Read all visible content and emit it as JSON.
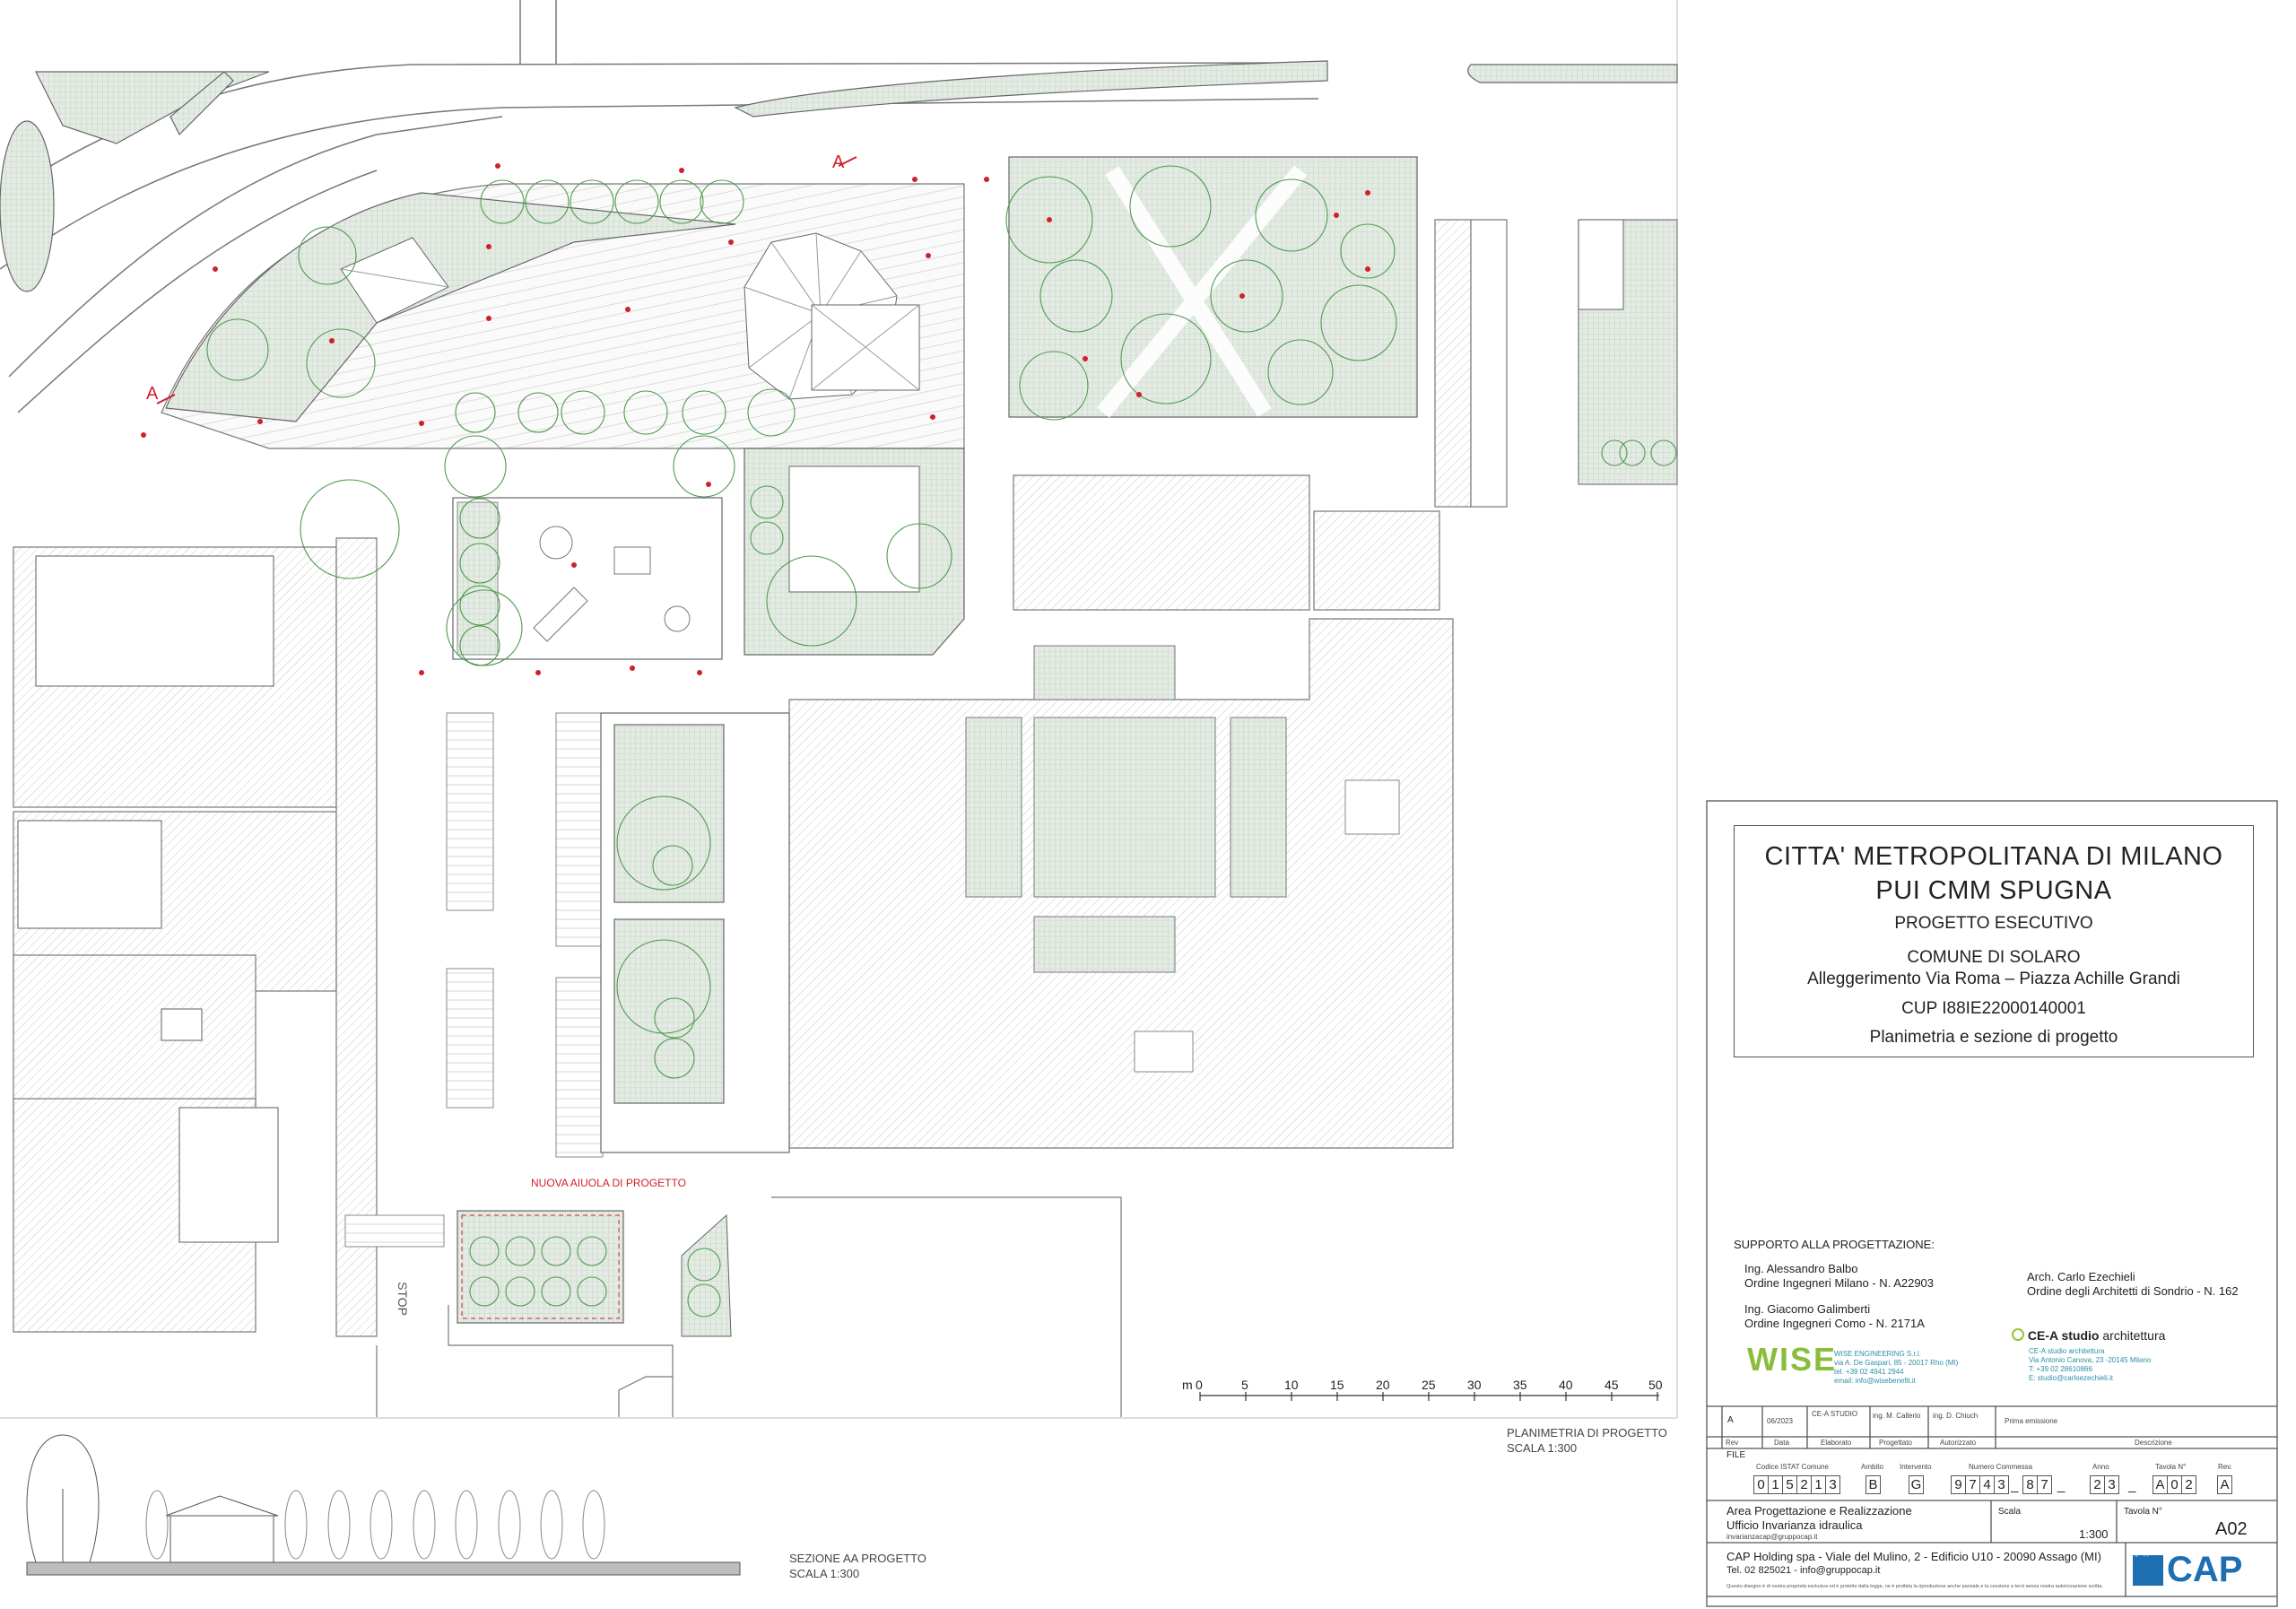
{
  "title_block": {
    "line1": "CITTA' METROPOLITANA DI MILANO",
    "line2": "PUI CMM SPUGNA",
    "line3": "PROGETTO ESECUTIVO",
    "line4": "COMUNE DI SOLARO",
    "line5": "Alleggerimento Via Roma – Piazza Achille Grandi",
    "line6": "CUP I88IE22000140001",
    "line7": "Planimetria e sezione di progetto"
  },
  "support": {
    "heading": "SUPPORTO ALLA PROGETTAZIONE:",
    "eng1_name": "Ing. Alessandro Balbo",
    "eng1_order": "Ordine Ingegneri Milano - N. A22903",
    "eng2_name": "Ing. Giacomo Galimberti",
    "eng2_order": "Ordine Ingegneri Como -  N. 2171A",
    "arch_name": "Arch. Carlo Ezechieli",
    "arch_order": "Ordine degli Architetti di Sondrio - N. 162",
    "wise_logo": "WISE",
    "wise_company": "WISE ENGINEERING S.r.l.",
    "wise_addr": "via A. De Gaspari, 85 - 20017 Rho (MI)",
    "wise_tel": "tel. +39 02 4941 2944",
    "wise_email": "email: info@wisebenefit.it",
    "cea_logo_bold": "CE-A studio",
    "cea_logo_rest": "architettura",
    "cea_company": "CE-A studio architettura",
    "cea_addr": "Via Antonio Canova, 23 -20145 Milano",
    "cea_tel": "T: +39 02 28610866",
    "cea_email": "E: studio@carloezechieli.it"
  },
  "revision": {
    "rev": "A",
    "date": "06/2023",
    "elaborato": "CE-A STUDIO",
    "progettato": "ing. M. Callerio",
    "autorizzato": "ing. D. Chiuch",
    "description": "Prima emissione",
    "h_rev": "Rev",
    "h_data": "Data",
    "h_elaborato": "Elaborato",
    "h_progettato": "Progettato",
    "h_autorizzato": "Autorizzato",
    "h_descrizione": "Descrizione"
  },
  "file_codes": {
    "file_label": "FILE",
    "h_istat": "Codice ISTAT Comune",
    "h_ambito": "Ambito",
    "h_intervento": "Intervento",
    "h_commessa": "Numero Commessa",
    "h_anno": "Anno",
    "h_tavola": "Tavola N°",
    "h_rev": "Rev.",
    "istat": [
      "0",
      "1",
      "5",
      "2",
      "1",
      "3"
    ],
    "ambito": "B",
    "intervento": "G",
    "commessa_a": [
      "9",
      "7",
      "4",
      "3"
    ],
    "commessa_b": [
      "8",
      "7"
    ],
    "anno": [
      "2",
      "3"
    ],
    "tavola": [
      "A",
      "0",
      "2"
    ],
    "rev": "A",
    "sep": "_"
  },
  "footer": {
    "area": "Area Progettazione e Realizzazione",
    "ufficio": "Ufficio Invarianza idraulica",
    "email": "invarianzacap@gruppocap.it",
    "scala_label": "Scala",
    "scala_value": "1:300",
    "tavola_label": "Tavola N°",
    "tavola_value": "A02",
    "company": "CAP Holding spa - Viale del Mulino, 2 - Edificio U10 - 20090 Assago (MI)",
    "contact": "Tel. 02 825021 - info@gruppocap.it",
    "disclaimer": "Questo disegno è di nostra proprietà esclusiva ed è protetto dalla legge, ne è proibita la riproduzione anche parziale e la cessione a terzi senza nostra autorizzazione scritta.",
    "logo": "CAP",
    "logo_small": "gruppo"
  },
  "drawing": {
    "plan_label": "PLANIMETRIA DI PROGETTO",
    "plan_scale": "SCALA 1:300",
    "section_label": "SEZIONE AA PROGETTO",
    "section_scale": "SCALA 1:300",
    "new_bed_label": "NUOVA AIUOLA DI PROGETTO",
    "section_marker": "A",
    "stop_text": "STOP",
    "scalebar_unit": "m",
    "scalebar_ticks": [
      "0",
      "5",
      "10",
      "15",
      "20",
      "25",
      "30",
      "35",
      "40",
      "45",
      "50"
    ]
  },
  "colors": {
    "green_fill": "#d9e6d9",
    "tree_stroke": "#4f9a4f",
    "annotation_red": "#d0202a",
    "line_gray": "#888888"
  }
}
